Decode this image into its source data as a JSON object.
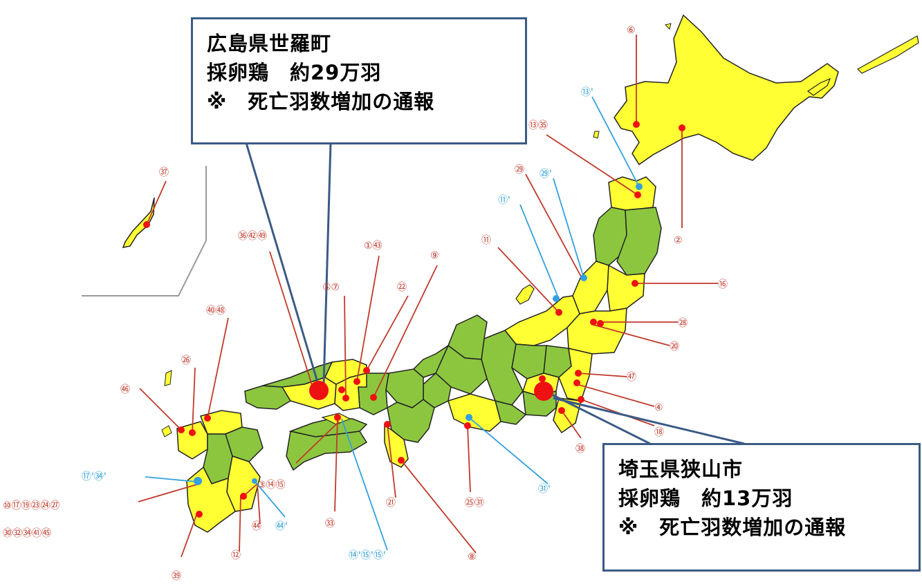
{
  "callouts": {
    "hiroshima": {
      "line1": "広島県世羅町",
      "line2": "採卵鶏　約29万羽",
      "line3": "※　死亡羽数増加の通報"
    },
    "saitama": {
      "line1": "埼玉県狭山市",
      "line2": "採卵鶏　約13万羽",
      "line3": "※　死亡羽数増加の通報"
    }
  },
  "colors": {
    "affected_prefecture": "#ffff33",
    "other_prefecture": "#8cc63f",
    "border": "#222222",
    "red_marker": "#ee1111",
    "blue_marker": "#33a0e0",
    "red_label": "#c0392b",
    "blue_label": "#2a9fd6",
    "callout_border": "#3a5a85",
    "leader_line": "#3a5a85"
  },
  "map_labels": {
    "l6": "⑥",
    "l13p": "⑬'",
    "l13_35": "⑬㉟",
    "l29": "㉙",
    "l29p": "㉙'",
    "l2": "②",
    "l11p": "⑪'",
    "l11": "⑪",
    "l16": "⑯",
    "l28": "㉘",
    "l20": "⑳",
    "l47": "㊼",
    "l4": "④",
    "l18": "⑱",
    "l38": "㊳",
    "l37": "㊲",
    "l36_42_49": "㊱㊷㊾",
    "l1_43": "①㊸",
    "l9": "⑨",
    "l5_7": "⑤⑦",
    "l22": "㉒",
    "l40_48": "㊵㊽",
    "l26": "㉖",
    "l46": "㊻",
    "l17p_34p": "⑰'㉞'",
    "l3_14_15": "③⑭⑮",
    "l10_row": "⑩⑰⑲㉓㉔㉗",
    "l30_row": "㉚㉜㉞㊶㊺",
    "l44": "㊹",
    "l44p": "㊹'",
    "l12": "⑫",
    "l39": "㊴",
    "l33": "㉝",
    "l21": "㉑",
    "l25_31": "㉕㉛",
    "l31p": "㉛'",
    "l14p_15p": "⑭'⑮'⑮'",
    "l8": "⑧"
  }
}
